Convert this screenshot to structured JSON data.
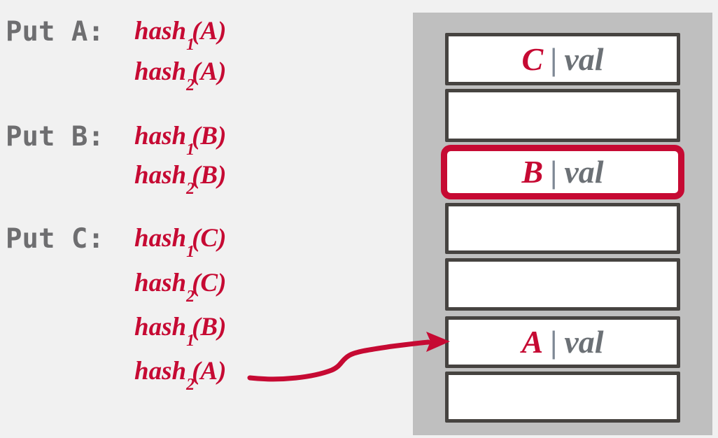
{
  "operations": [
    {
      "label": "Put A:",
      "steps": [
        {
          "fn": "hash",
          "sub": "1",
          "arg": "(A)"
        },
        {
          "fn": "hash",
          "sub": "2",
          "arg": "(A)"
        }
      ]
    },
    {
      "label": "Put B:",
      "steps": [
        {
          "fn": "hash",
          "sub": "1",
          "arg": "(B)"
        },
        {
          "fn": "hash",
          "sub": "2",
          "arg": "(B)"
        }
      ]
    },
    {
      "label": "Put C:",
      "steps": [
        {
          "fn": "hash",
          "sub": "1",
          "arg": "(C)"
        },
        {
          "fn": "hash",
          "sub": "2",
          "arg": "(C)"
        },
        {
          "fn": "hash",
          "sub": "1",
          "arg": "(B)"
        },
        {
          "fn": "hash",
          "sub": "2",
          "arg": "(A)"
        }
      ]
    }
  ],
  "table": {
    "cells": [
      {
        "key": "C",
        "sep": "|",
        "val": "val"
      },
      {},
      {
        "key": "B",
        "sep": "|",
        "val": "val",
        "highlighted": true
      },
      {},
      {},
      {
        "key": "A",
        "sep": "|",
        "val": "val",
        "arrow_target": true
      },
      {}
    ]
  },
  "colors": {
    "accent_red": "#C60A33",
    "label_gray": "#6E6E70",
    "separator_gray_blue": "#7E8894",
    "value_gray": "#6C7176",
    "panel_gray": "#BFBFBF",
    "cell_border": "#464340",
    "background": "#F1F1F1"
  }
}
